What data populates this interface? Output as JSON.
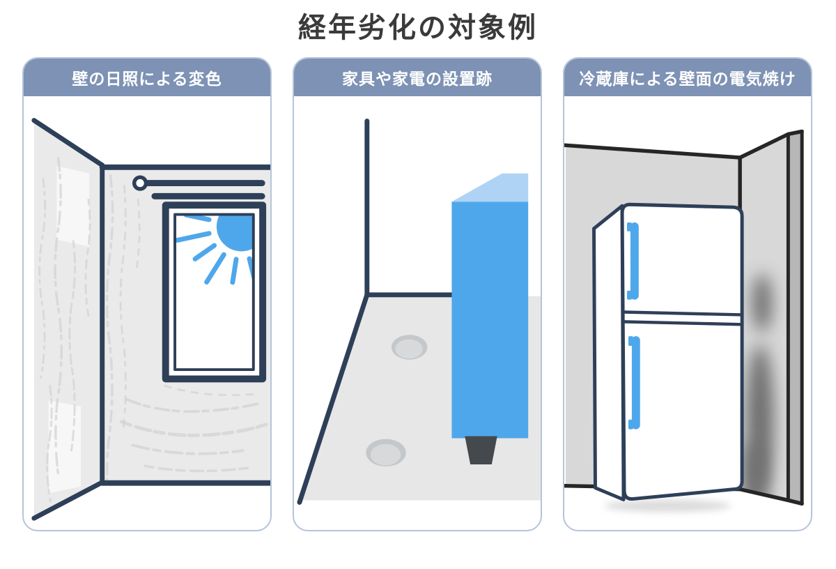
{
  "title": "経年劣化の対象例",
  "panels": [
    {
      "header": "壁の日照による変色",
      "figure": "wall-with-window-sun-and-faded-picture-marks"
    },
    {
      "header": "家具や家電の設置跡",
      "figure": "floor-dents-beside-blue-appliance-in-room-corner"
    },
    {
      "header": "冷蔵庫による壁面の電気焼け",
      "figure": "refrigerator-in-corner-with-scorched-wall"
    }
  ],
  "colors": {
    "header_bg": "#7d92b4",
    "panel_border": "#b5c4da",
    "outline_navy": "#2e3f58",
    "outline_black": "#262626",
    "wall_gray": "#eaeaea",
    "wall_texture": "#d0d0d0",
    "mark_light": "#f7f7f7",
    "floor_gray": "#e7e7e7",
    "dent_outer": "#c5c8ca",
    "dent_inner": "#d7d9db",
    "accent_blue": "#4fa7eb",
    "accent_blue_light": "#aed3f5",
    "leg_dark": "#45484d",
    "wall3_gray": "#d8d8d8",
    "wall_edge_gray": "#b7b7b7",
    "burn_gray": "#5c5c5c",
    "title_color": "#3a3a3a",
    "page_bg": "#ffffff"
  }
}
